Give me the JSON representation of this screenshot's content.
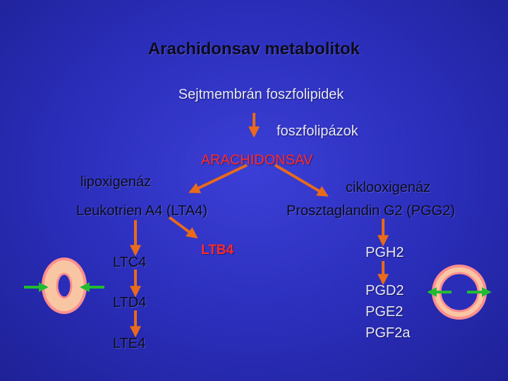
{
  "title": "Arachidonsav metabolitok",
  "source": "Sejtmembrán foszfolipidek",
  "enzyme_phospholipase": "foszfolipázok",
  "central": "ARACHIDONSAV",
  "enzyme_lipoxygenase": "lipoxigenáz",
  "enzyme_cyclooxygenase": "ciklooxigenáz",
  "lipox_branch": {
    "lta4": "Leukotrien A4 (LTA4)",
    "ltb4": "LTB4",
    "ltc4": "LTC4",
    "ltd4": "LTD4",
    "lte4": "LTE4"
  },
  "cox_branch": {
    "pgg2": "Prosztaglandin G2 (PGG2)",
    "pgh2": "PGH2",
    "pgd2": "PGD2",
    "pge2": "PGE2",
    "pgf2a": "PGF2a"
  },
  "colors": {
    "arrow_orange": "#e86a1a",
    "arrow_green": "#22bb33",
    "ring_fill": "#f9c6a4",
    "ring_border": "#ff8f8f",
    "center_red": "#e81818"
  },
  "icons": [
    "vessel-constricted-icon",
    "vessel-dilated-icon"
  ]
}
